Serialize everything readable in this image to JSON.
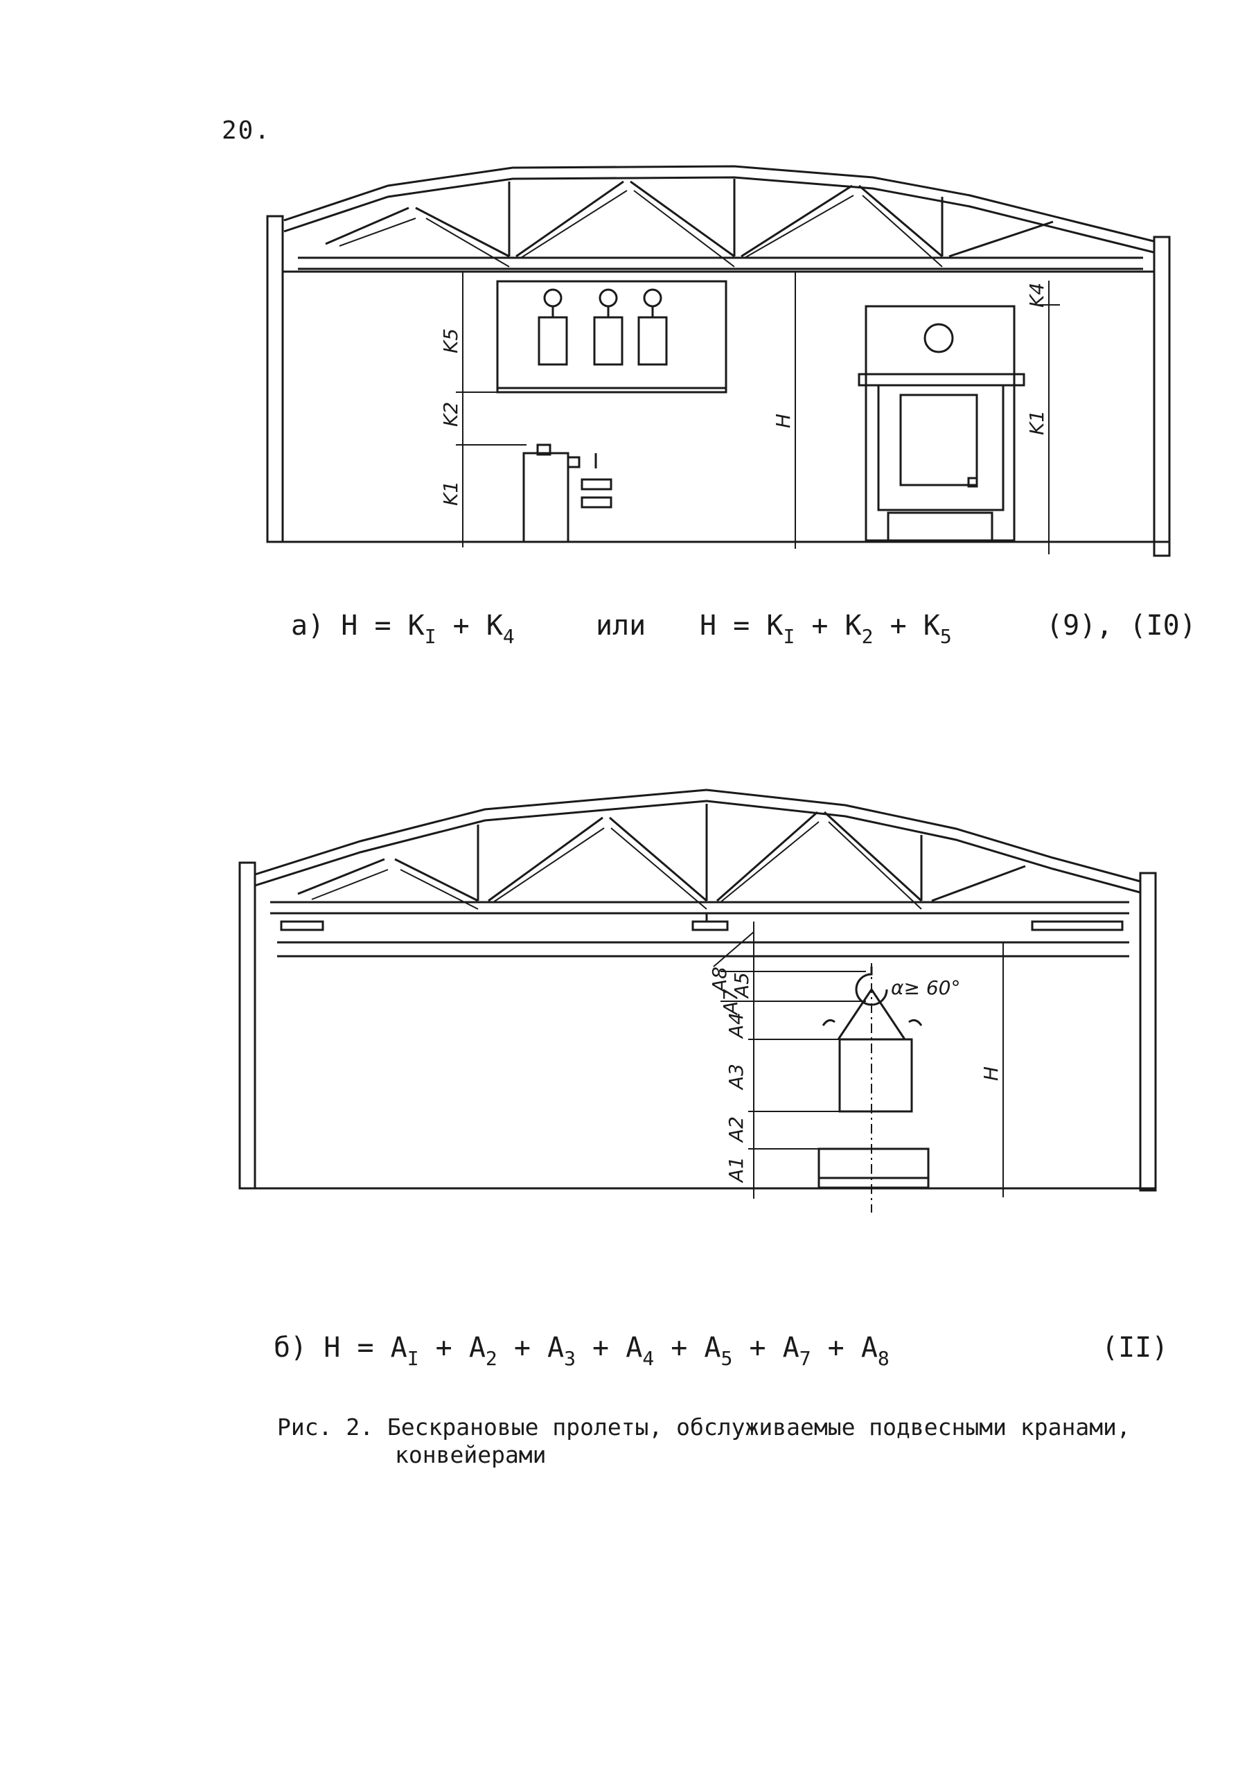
{
  "page_number": "20.",
  "figure_a": {
    "dimension_labels": {
      "k5": "K5",
      "k2": "K2",
      "k1_left": "K1",
      "h": "H",
      "k4": "K4",
      "k1_right": "K1"
    },
    "formula_prefix": "а)",
    "formula_1": {
      "lhs": "H",
      "t1": "K",
      "t1_sub": "I",
      "t2": "K",
      "t2_sub": "4"
    },
    "connector": "или",
    "formula_2": {
      "lhs": "H",
      "t1": "K",
      "t1_sub": "I",
      "t2": "K",
      "t2_sub": "2",
      "t3": "K",
      "t3_sub": "5"
    },
    "equation_numbers": "(9), (I0)"
  },
  "figure_b": {
    "dimension_labels": {
      "a8": "A8",
      "a7": "A7",
      "a5": "A5",
      "a4": "A4",
      "a3": "A3",
      "a2": "A2",
      "a1": "A1",
      "h": "H",
      "angle": "α≥ 60°"
    },
    "formula_prefix": "б)",
    "formula": {
      "lhs": "H",
      "terms": [
        {
          "base": "A",
          "sub": "I"
        },
        {
          "base": "A",
          "sub": "2"
        },
        {
          "base": "A",
          "sub": "3"
        },
        {
          "base": "A",
          "sub": "4"
        },
        {
          "base": "A",
          "sub": "5"
        },
        {
          "base": "A",
          "sub": "7"
        },
        {
          "base": "A",
          "sub": "8"
        }
      ]
    },
    "equation_number": "(II)"
  },
  "caption": {
    "line1": "Рис. 2. Бескрановые пролеты, обслуживаемые подвесными кранами,",
    "line2": "конвейерами"
  }
}
